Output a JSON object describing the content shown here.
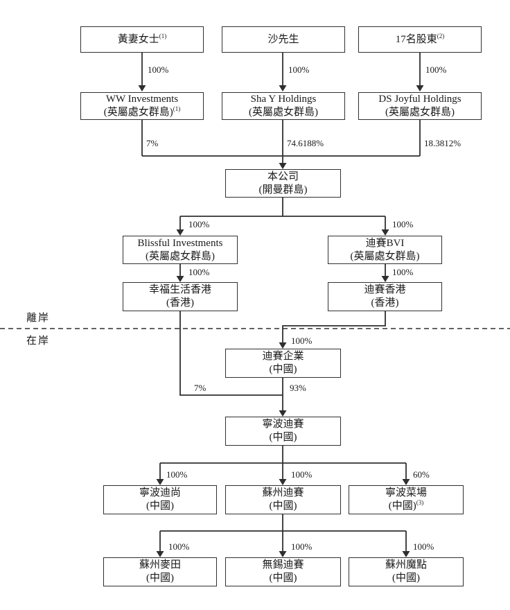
{
  "diagram": {
    "title": "shareholding-structure-chart",
    "region_labels": {
      "offshore": "離岸",
      "onshore": "在岸"
    },
    "nodes": {
      "wong": {
        "line1": "黃妻女士",
        "sup1": "(1)"
      },
      "sha": {
        "line1": "沙先生"
      },
      "shareholders17": {
        "line1": "17名股東",
        "sup1": "(2)"
      },
      "ww": {
        "line1": "WW Investments",
        "line2": "(英屬處女群島)",
        "sup2": "(1)"
      },
      "shay": {
        "line1": "Sha Y Holdings",
        "line2": "(英屬處女群島)"
      },
      "dsjoyful": {
        "line1": "DS Joyful Holdings",
        "line2": "(英屬處女群島)"
      },
      "company": {
        "line1": "本公司",
        "line2": "(開曼群島)"
      },
      "blissful": {
        "line1": "Blissful Investments",
        "line2": "(英屬處女群島)"
      },
      "disai_bvi": {
        "line1": "迪賽BVI",
        "line2": "(英屬處女群島)"
      },
      "happy_life_hk": {
        "line1": "幸福生活香港",
        "line2": "(香港)"
      },
      "disai_hk": {
        "line1": "迪賽香港",
        "line2": "(香港)"
      },
      "disai_ent": {
        "line1": "迪賽企業",
        "line2": "(中國)"
      },
      "ningbo_disai": {
        "line1": "寧波迪賽",
        "line2": "(中國)"
      },
      "ningbo_dishang": {
        "line1": "寧波迪尚",
        "line2": "(中國)"
      },
      "suzhou_disai": {
        "line1": "蘇州迪賽",
        "line2": "(中國)"
      },
      "ningbo_caichang": {
        "line1": "寧波菜場",
        "line2": "(中國)",
        "sup2": "(3)"
      },
      "suzhou_maitian": {
        "line1": "蘇州麥田",
        "line2": "(中國)"
      },
      "wuxi_disai": {
        "line1": "無錫迪賽",
        "line2": "(中國)"
      },
      "suzhou_modian": {
        "line1": "蘇州魔點",
        "line2": "(中國)"
      }
    },
    "percentages": {
      "wong_to_ww": "100%",
      "sha_to_shay": "100%",
      "s17_to_dsjoyful": "100%",
      "ww_to_company": "7%",
      "shay_to_company": "74.6188%",
      "dsjoyful_to_company": "18.3812%",
      "company_to_blissful": "100%",
      "company_to_bvi": "100%",
      "blissful_to_hlhk": "100%",
      "bvi_to_dshk": "100%",
      "dshk_to_dsent": "100%",
      "hlhk_to_nbds": "7%",
      "dsent_to_nbds": "93%",
      "nbds_to_dishang": "100%",
      "nbds_to_szds": "100%",
      "nbds_to_caichang": "60%",
      "szds_to_maitian": "100%",
      "szds_to_wuxi": "100%",
      "szds_to_modian": "100%"
    },
    "colors": {
      "line": "#2f2f2f",
      "text": "#1a1a1a",
      "background": "#ffffff"
    }
  }
}
